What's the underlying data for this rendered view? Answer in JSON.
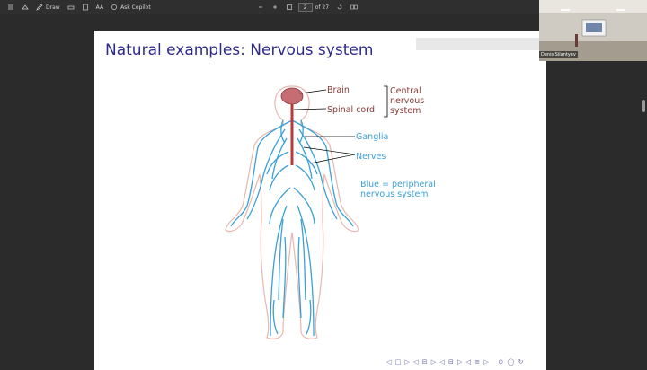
{
  "toolbar": {
    "draw_label": "Draw",
    "ask_copilot_label": "Ask Copilot",
    "aa_label": "AA",
    "page_current": "2",
    "page_of": "of 27"
  },
  "slide": {
    "title": "Natural examples: Nervous system",
    "labels": {
      "brain": "Brain",
      "spinal_cord": "Spinal cord",
      "cns_line1": "Central",
      "cns_line2": "nervous",
      "cns_line3": "system",
      "ganglia": "Ganglia",
      "nerves": "Nerves",
      "pns_line1": "Blue = peripheral",
      "pns_line2": "nervous system"
    }
  },
  "video": {
    "participant_name": "Denis Silantyev"
  },
  "colors": {
    "title": "#2e2a8a",
    "brown": "#8a3a36",
    "blue": "#3aa0d6",
    "spinal": "#b83a3a"
  }
}
